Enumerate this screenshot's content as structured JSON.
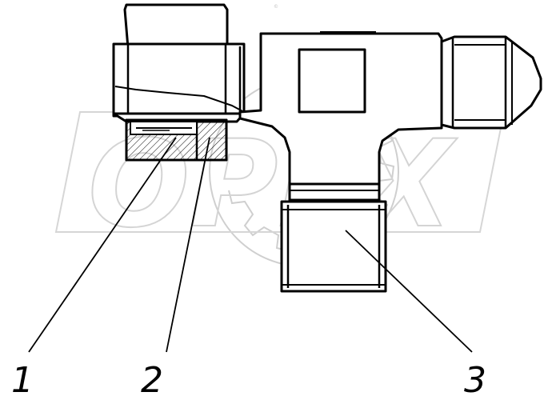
{
  "watermark": {
    "text": "OPEX",
    "small_mark": "© ",
    "icon": "gear-icon"
  },
  "callouts": [
    {
      "id": "1",
      "label": "1",
      "part": "sealing-ring"
    },
    {
      "id": "2",
      "label": "2",
      "part": "union-nut"
    },
    {
      "id": "3",
      "label": "3",
      "part": "tee-body"
    }
  ],
  "colors": {
    "line": "#000000",
    "watermark": "#d0d0d0",
    "hatch": "#000000"
  }
}
